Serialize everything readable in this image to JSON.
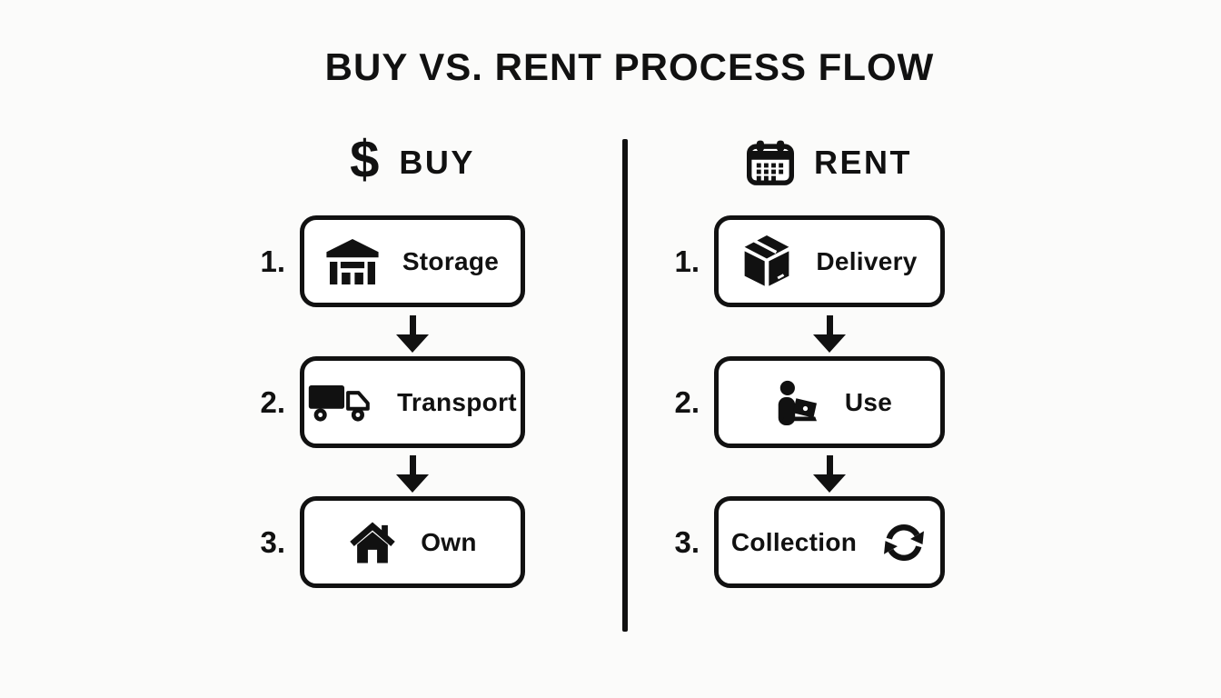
{
  "title": "BUY VS. RENT PROCESS FLOW",
  "colors": {
    "ink": "#111111",
    "background": "#fbfbfa",
    "box_fill": "#ffffff"
  },
  "buy": {
    "header": {
      "icon": "dollar-icon",
      "glyph": "$",
      "label": "BUY"
    },
    "steps": [
      {
        "number": "1.",
        "label": "Storage",
        "icon": "warehouse-icon"
      },
      {
        "number": "2.",
        "label": "Transport",
        "icon": "truck-icon"
      },
      {
        "number": "3.",
        "label": "Own",
        "icon": "house-icon"
      }
    ]
  },
  "rent": {
    "header": {
      "icon": "calendar-icon",
      "label": "RENT"
    },
    "steps": [
      {
        "number": "1.",
        "label": "Delivery",
        "icon": "package-icon"
      },
      {
        "number": "2.",
        "label": "Use",
        "icon": "person-laptop-icon"
      },
      {
        "number": "3.",
        "label": "Collection",
        "icon": "refresh-icon",
        "icon_position": "right"
      }
    ]
  }
}
